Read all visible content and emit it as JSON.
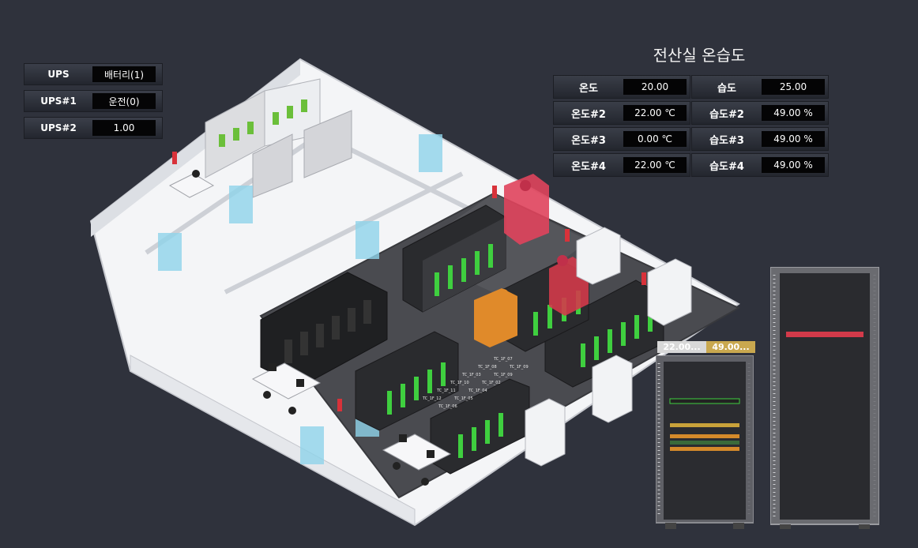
{
  "ups": [
    {
      "label": "UPS",
      "value": "배터리(1)"
    },
    {
      "label": "UPS#1",
      "value": "운전(0)"
    },
    {
      "label": "UPS#2",
      "value": "1.00"
    }
  ],
  "env": {
    "title": "전산실 온습도",
    "rows": [
      {
        "temp_label": "온도",
        "temp_value": "20.00",
        "hum_label": "습도",
        "hum_value": "25.00"
      },
      {
        "temp_label": "온도#2",
        "temp_value": "22.00 ℃",
        "hum_label": "습도#2",
        "hum_value": "49.00 %"
      },
      {
        "temp_label": "온도#3",
        "temp_value": "0.00 ℃",
        "hum_label": "습도#3",
        "hum_value": "49.00 %"
      },
      {
        "temp_label": "온도#4",
        "temp_value": "22.00 ℃",
        "hum_label": "습도#4",
        "hum_value": "49.00 %"
      }
    ]
  },
  "rack_badges": {
    "temp": "22.00...",
    "humidity": "49.00..."
  },
  "floor_tags": [
    "TC_1F_07",
    "TC_1F_08",
    "TC_1F_09",
    "TC_1F_03",
    "TC_1F_09",
    "TC_1F_10",
    "TC_1F_02",
    "TC_1F_11",
    "TC_1F_04",
    "TC_1F_12",
    "TC_1F_05",
    "TC_1F_06"
  ],
  "colors": {
    "background": "#2f323c",
    "accent_red": "#e0445c",
    "accent_orange": "#e08a2a",
    "led_green": "#3fcf3f"
  }
}
